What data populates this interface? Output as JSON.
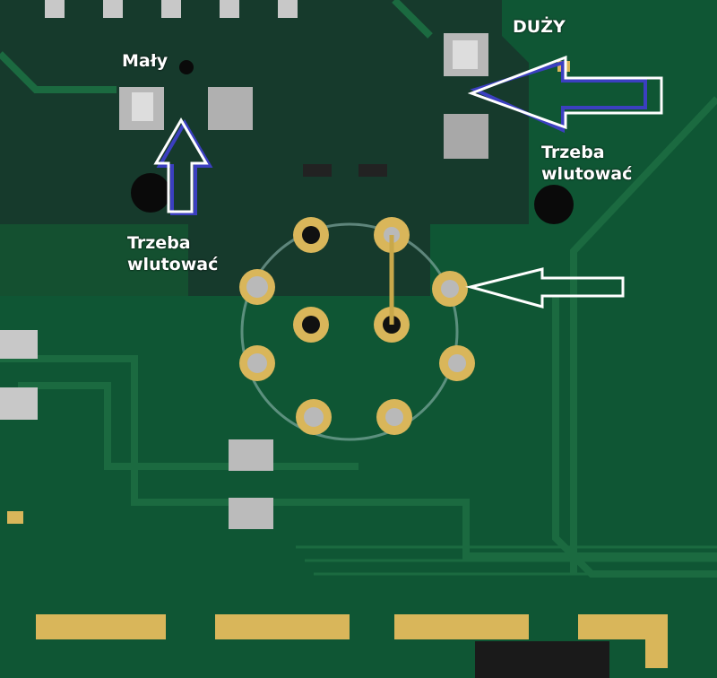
{
  "labels": {
    "small": "Mały",
    "large": "DUŻY",
    "solder_left": [
      "Trzeba",
      "wlutować"
    ],
    "solder_right": [
      "Trzeba",
      "wlutować"
    ]
  },
  "colors": {
    "board": "#0f5634",
    "board_dark": "#163a2c",
    "gold": "#d9b65a",
    "arrow_outline": "#ffffff",
    "arrow_shadow": "#3b3fc0"
  }
}
